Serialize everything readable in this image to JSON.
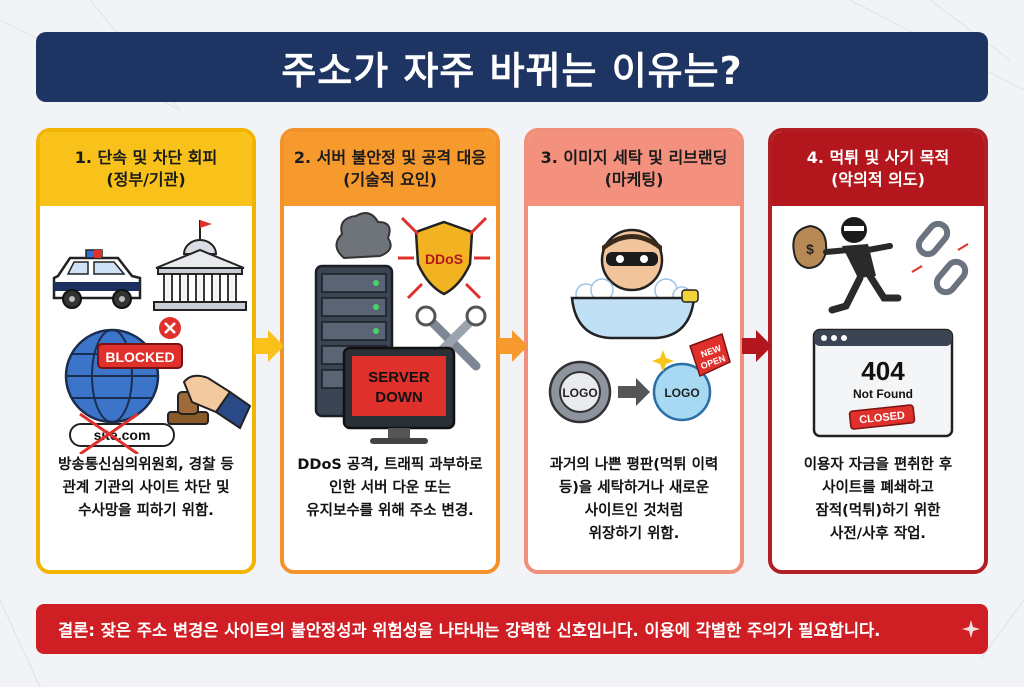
{
  "title": "주소가 자주 바뀌는 이유는?",
  "cards": [
    {
      "heading_line1": "1. 단속 및 차단 회피",
      "heading_line2": "(정부/기관)",
      "desc": [
        "방송통신심의위원회, 경찰 등",
        "관계 기관의 사이트 차단 및",
        "수사망을 피하기 위함."
      ],
      "ill": {
        "blocked": "BLOCKED",
        "site": "site.com"
      }
    },
    {
      "heading_line1": "2. 서버 불안정 및 공격 대응",
      "heading_line2": "(기술적 요인)",
      "desc": [
        "DDoS 공격, 트래픽 과부하로",
        "인한 서버 다운 또는",
        "유지보수를 위해 주소 변경."
      ],
      "ill": {
        "ddos": "DDoS",
        "server_line1": "SERVER",
        "server_line2": "DOWN"
      }
    },
    {
      "heading_line1": "3. 이미지 세탁 및 리브랜딩",
      "heading_line2": "(마케팅)",
      "desc": [
        "과거의 나쁜 평판(먹튀 이력",
        "등)을 세탁하거나 새로운",
        "사이트인 것처럼",
        "위장하기 위함."
      ],
      "ill": {
        "logo_old": "LOGO",
        "logo_new": "LOGO",
        "tag_line1": "NEW",
        "tag_line2": "OPEN"
      }
    },
    {
      "heading_line1": "4. 먹튀 및 사기 목적",
      "heading_line2": "(악의적 의도)",
      "desc": [
        "이용자 자금을 편취한 후",
        "사이트를 폐쇄하고",
        "잠적(먹튀)하기 위한",
        "사전/사후 작업."
      ],
      "ill": {
        "code": "404",
        "not_found": "Not Found",
        "closed": "CLOSED"
      }
    }
  ],
  "conclusion": "결론: 잦은 주소 변경은 사이트의 불안정성과 위험성을 나타내는 강력한 신호입니다. 이용에 각별한 주의가 필요합니다.",
  "colors": {
    "title_bg": "#1e3563",
    "card1": "#f8c21a",
    "card2": "#f79a2e",
    "card3": "#f3907e",
    "card4": "#b3171d",
    "conclusion_bg": "#cf1f24"
  },
  "icons": [
    "police-car-icon",
    "government-building-icon",
    "blocked-globe-icon",
    "stamp-hand-icon",
    "server-rack-icon",
    "ddos-shield-icon",
    "wrench-icon",
    "monitor-icon",
    "masked-person-bath-icon",
    "gear-logo-icon",
    "new-logo-icon",
    "thief-icon",
    "broken-chain-icon",
    "browser-404-icon",
    "sparkle-icon"
  ]
}
